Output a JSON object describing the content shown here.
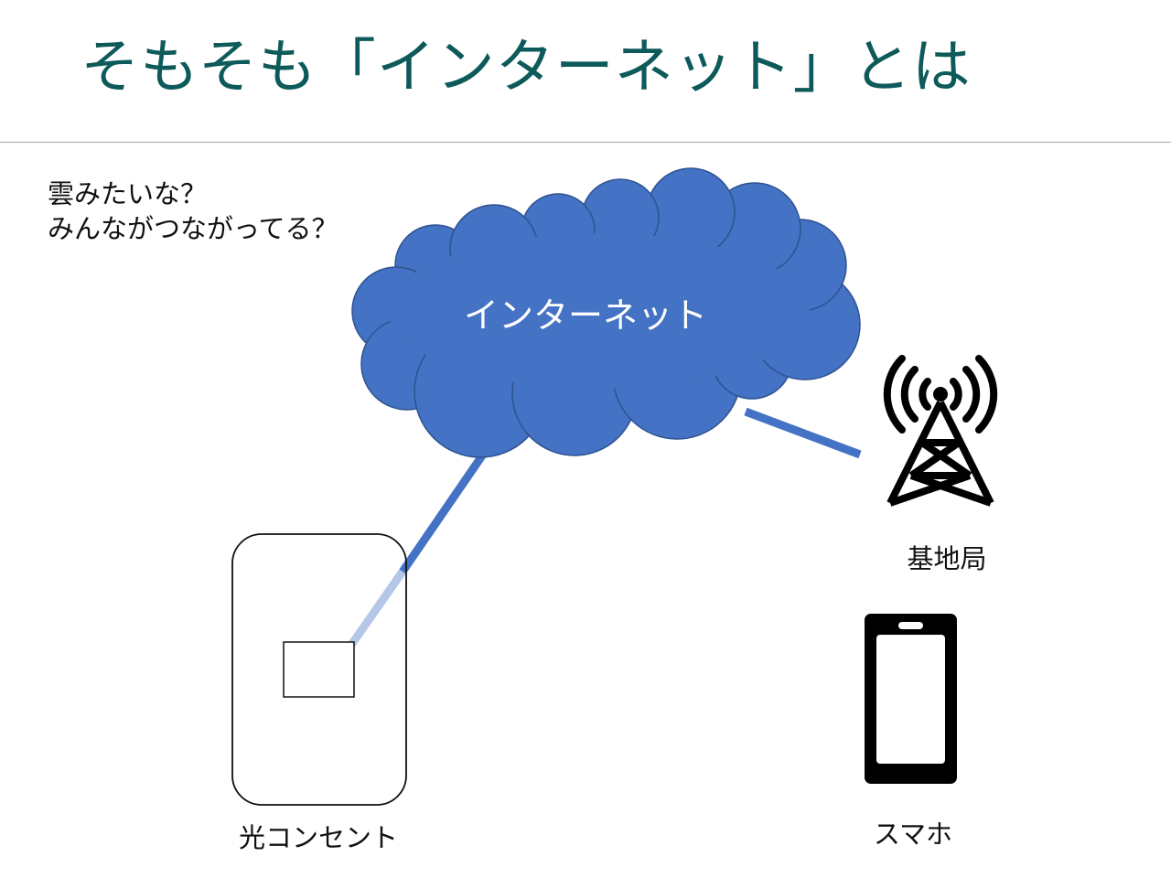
{
  "slide": {
    "title": "そもそも「インターネット」とは",
    "question_lines": [
      "雲みたいな？",
      "みんながつながってる？"
    ]
  },
  "diagram": {
    "cloud_label": "インターネット",
    "base_station_label": "基地局",
    "outlet_label": "光コンセント",
    "phone_label": "スマホ"
  },
  "colors": {
    "title": "#0e5a5a",
    "cloud_fill": "#4472c4",
    "cloud_stroke": "#2f528f",
    "link_line": "#4472c4",
    "link_line_faded": "#b4c7e7",
    "icon": "#000000"
  },
  "icons": [
    "cloud-icon",
    "antenna-tower-icon",
    "wall-outlet-icon",
    "smartphone-icon"
  ]
}
